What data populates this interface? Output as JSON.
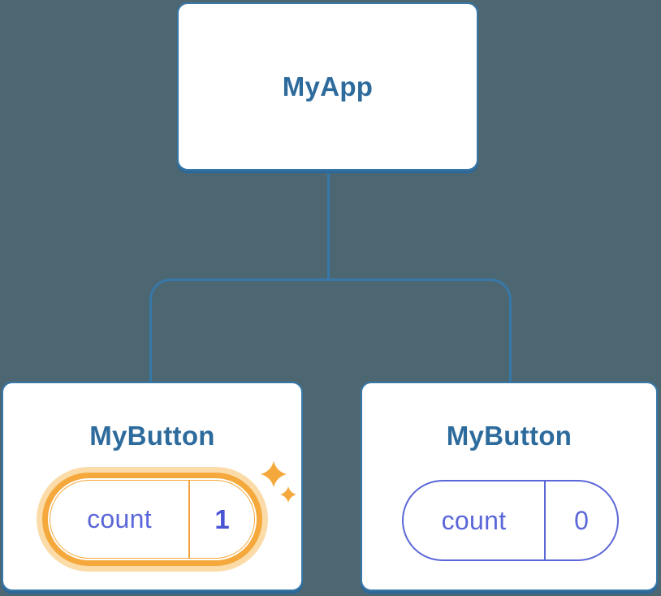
{
  "tree": {
    "root": {
      "label": "MyApp"
    },
    "children": [
      {
        "label": "MyButton",
        "state_key": "count",
        "state_value": "1",
        "highlighted": true
      },
      {
        "label": "MyButton",
        "state_key": "count",
        "state_value": "0",
        "highlighted": false
      }
    ]
  },
  "icons": [
    {
      "name": "sparkle-icon",
      "meaning": "state just updated",
      "color": "#F5A93C"
    }
  ],
  "colors": {
    "background": "#4C6772",
    "card_background": "#FFFFFF",
    "node_border": "#3778A9",
    "node_shadow": "#2E6896",
    "node_label": "#2E6B9D",
    "state_indigo": "#5B67D8",
    "state_value_indigo": "#4A55D4",
    "highlight_orange": "#F5A93C",
    "highlight_glow": "#FBDCA9"
  }
}
